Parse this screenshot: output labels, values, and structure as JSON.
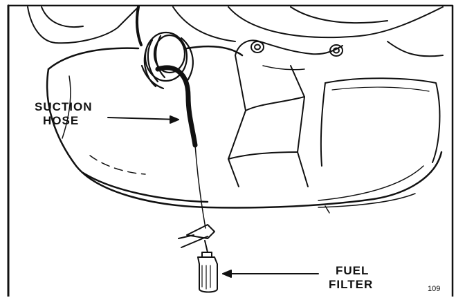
{
  "labels": {
    "suction_hose_line1": "SUCTION",
    "suction_hose_line2": "HOSE",
    "fuel_filter_line1": "FUEL",
    "fuel_filter_line2": "FILTER"
  },
  "figure_number": "109",
  "colors": {
    "ink": "#111111",
    "paper": "#ffffff"
  }
}
